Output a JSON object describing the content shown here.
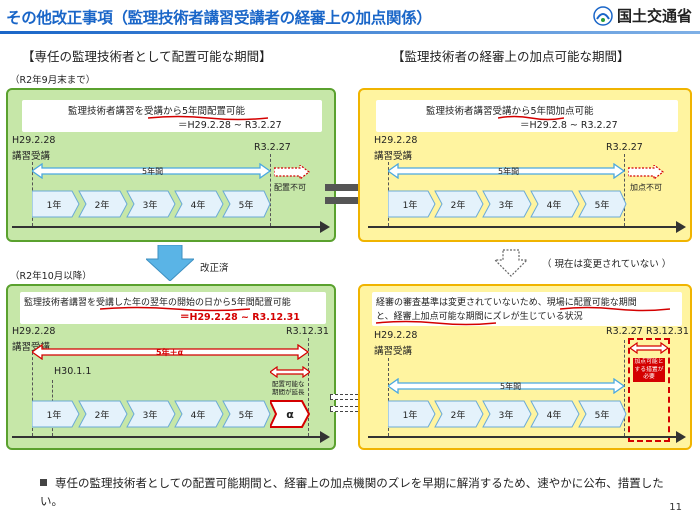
{
  "header": {
    "title": "その他改正事項（監理技術者講習受講者の経審上の加点関係）",
    "logo_text": "国土交通省"
  },
  "left_heading": "【専任の監理技術者として配置可能な期間】",
  "right_heading": "【監理技術者の経審上の加点可能な期間】",
  "left_top_note": "（R2年9月末まで）",
  "left_bottom_note": "（R2年10月以降）",
  "middle_label": "改正済",
  "right_middle_note": "（ 現在は変更されていない ）",
  "panel_tl": {
    "line1": "監理技術者講習を受講から5年間配置可能",
    "line2": "＝H29.2.28 ~ R3.2.27",
    "start_date": "H29.2.28",
    "start_label": "講習受講",
    "end_date": "R3.2.27",
    "span_label": "5年間",
    "out_label": "配置不可",
    "years": [
      "1年",
      "2年",
      "3年",
      "4年",
      "5年"
    ]
  },
  "panel_tr": {
    "line1": "監理技術者講習受講から5年間加点可能",
    "line2": "＝H29.2.8 ~ R3.2.27",
    "start_date": "H29.2.28",
    "start_label": "講習受講",
    "end_date": "R3.2.27",
    "span_label": "5年間",
    "out_label": "加点不可",
    "years": [
      "1年",
      "2年",
      "3年",
      "4年",
      "5年"
    ]
  },
  "panel_bl": {
    "line1": "監理技術者講習を受講した年の翌年の開始の日から5年間配置可能",
    "line2": "＝H29.2.28 ~ R3.12.31",
    "start_date": "H29.2.28",
    "start_label": "講習受講",
    "end_date": "R3.12.31",
    "span_label": "5年＋α",
    "mid_date": "H30.1.1",
    "ext_label": "配置可能な期間が延長",
    "alpha": "α",
    "years": [
      "1年",
      "2年",
      "3年",
      "4年",
      "5年"
    ]
  },
  "panel_br": {
    "line1": "経審の審査基準は変更されていないため、現場に配置可能な期間",
    "line2": "と、経審上加点可能な期間にズレが生じている状況",
    "start_date": "H29.2.28",
    "start_label": "講習受講",
    "end_date1": "R3.2.27",
    "end_date2": "R3.12.31",
    "span_label": "5年間",
    "gap_label": "加点可能とする措置が必要",
    "years": [
      "1年",
      "2年",
      "3年",
      "4年",
      "5年"
    ]
  },
  "footer_text": "専任の監理技術者としての配置可能期間と、経審上の加点機関のズレを早期に解消するため、速やかに公布、措置したい。",
  "page_number": "11",
  "colors": {
    "title_blue": "#1a66c8",
    "green_panel": "#c6e7a8",
    "yellow_panel": "#fff4a0",
    "red": "#d40000"
  }
}
